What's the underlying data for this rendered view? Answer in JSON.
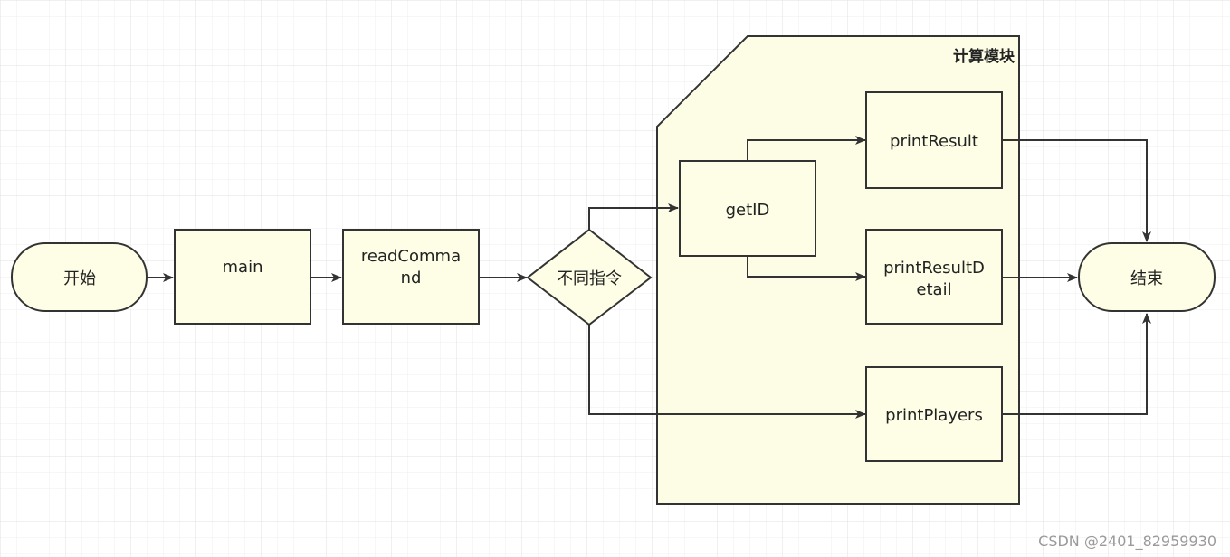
{
  "nodes": {
    "start": {
      "label": "开始"
    },
    "main": {
      "label": "main"
    },
    "read_command": {
      "line1": "readComma",
      "line2": "nd"
    },
    "decision": {
      "label": "不同指令"
    },
    "get_id": {
      "label": "getID"
    },
    "print_result": {
      "label": "printResult"
    },
    "print_result_detail": {
      "line1": "printResultD",
      "line2": "etail"
    },
    "print_players": {
      "label": "printPlayers"
    },
    "end": {
      "label": "结束"
    }
  },
  "group": {
    "title": "计算模块"
  },
  "watermark": "CSDN @2401_82959930",
  "colors": {
    "node_fill": "#fefee6",
    "group_fill": "#fdfde6",
    "stroke": "#333333",
    "grid_minor": "#eeeeee",
    "grid_major": "#e2e2e2"
  }
}
